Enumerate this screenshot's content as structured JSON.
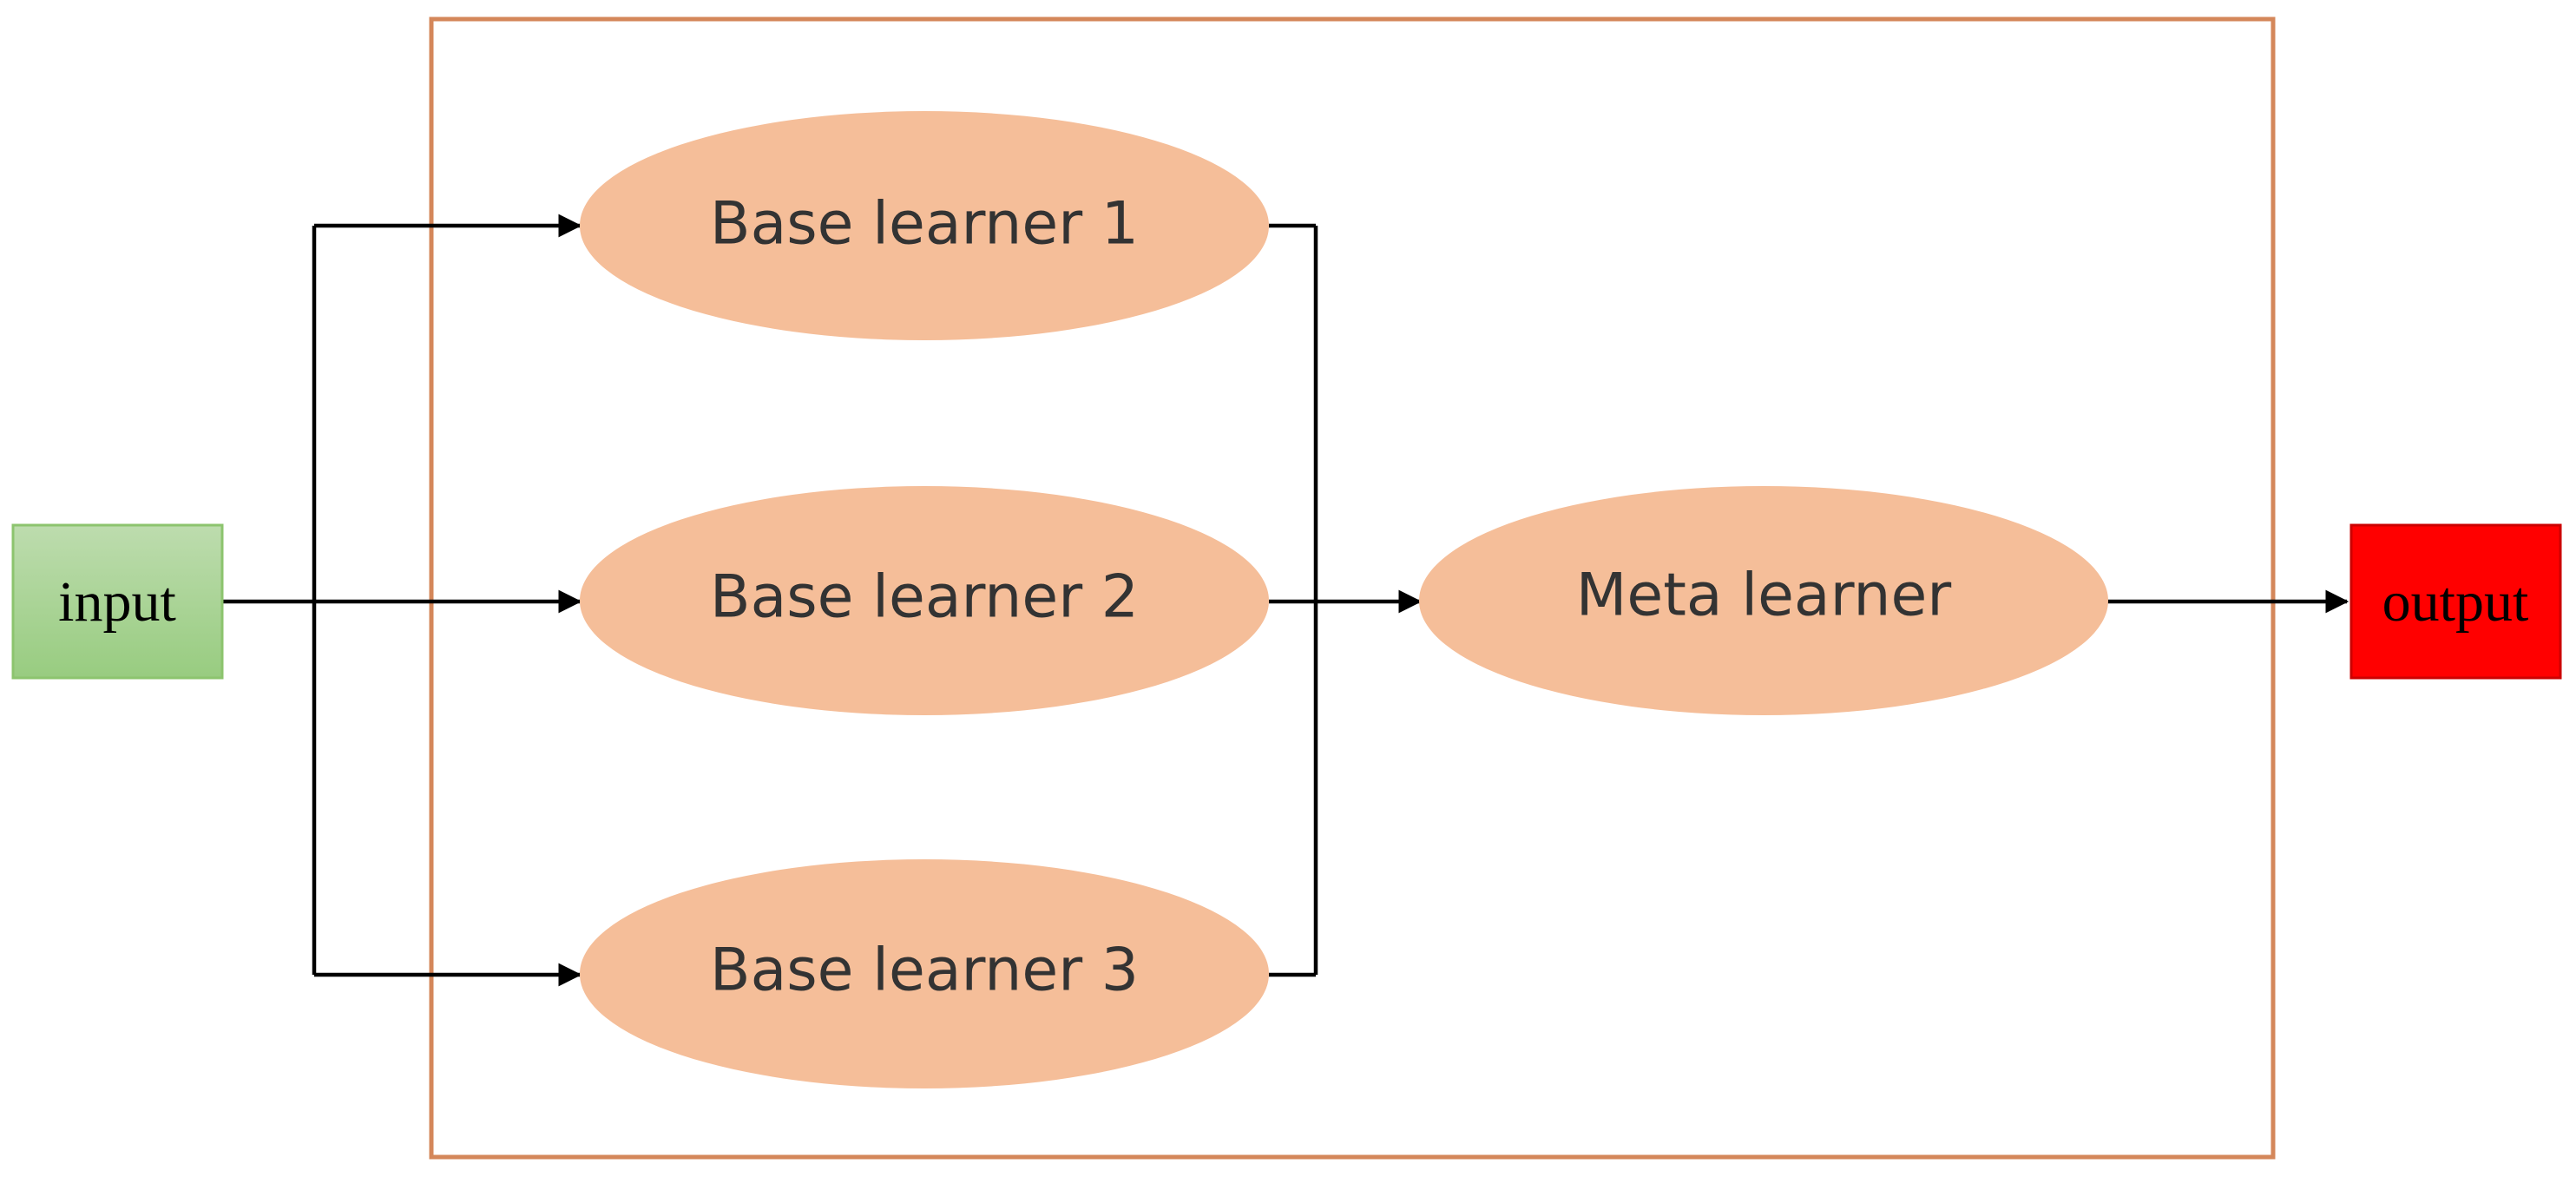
{
  "nodes": {
    "input": "input",
    "base_learner_1": "Base learner 1",
    "base_learner_2": "Base learner 2",
    "base_learner_3": "Base learner 3",
    "meta_learner": "Meta learner",
    "output": "output"
  },
  "colors": {
    "container_border": "#d4875a",
    "learner_fill": "#f5be99",
    "input_fill_top": "#bddcae",
    "input_fill_bottom": "#98cc80",
    "input_border": "#8cc46e",
    "output_fill": "#ff0000",
    "output_border": "#cc0000",
    "arrow": "#000000"
  }
}
